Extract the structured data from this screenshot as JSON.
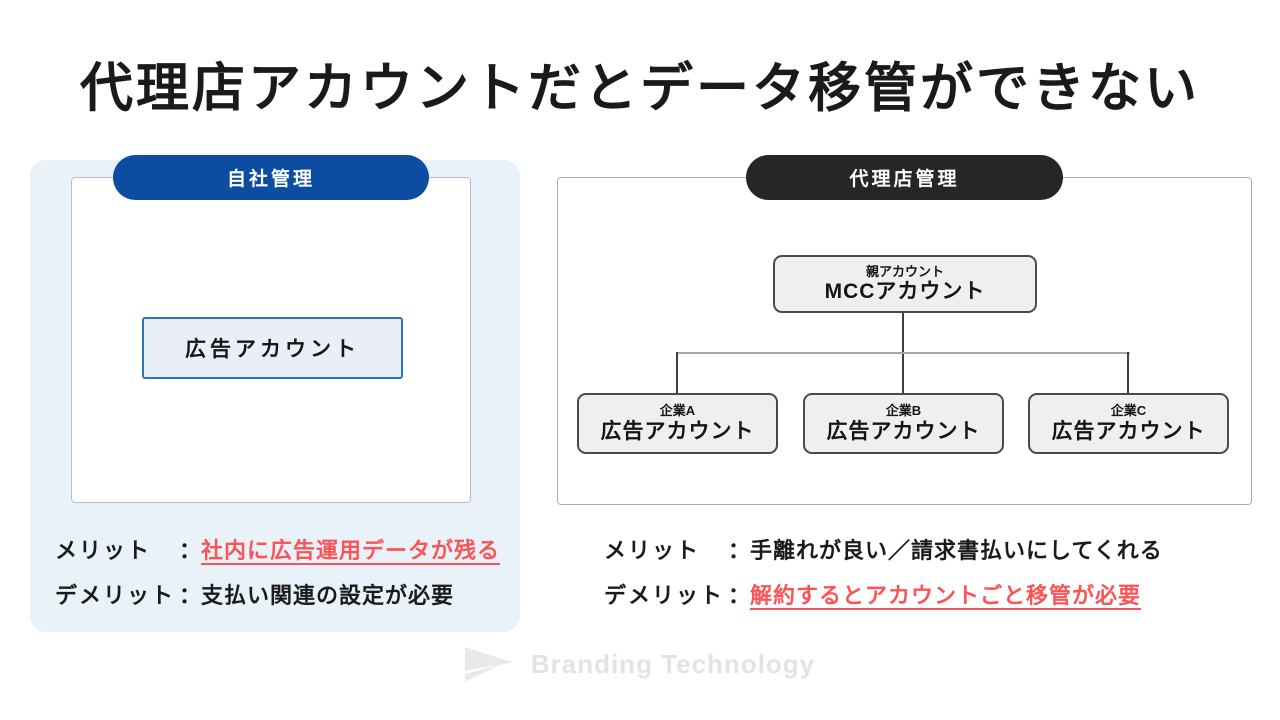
{
  "title": "代理店アカウントだとデータ移管ができない",
  "left_panel": {
    "header": "自社管理",
    "ad_account_label": "広告アカウント",
    "merit": {
      "label": "メリット",
      "colon": "：",
      "value": "社内に広告運用データが残る"
    },
    "demerit": {
      "label": "デメリット",
      "colon": "：",
      "value": "支払い関連の設定が必要"
    }
  },
  "right_panel": {
    "header": "代理店管理",
    "parent_account": {
      "caption": "親アカウント",
      "label": "MCCアカウント"
    },
    "child_accounts": [
      {
        "caption": "企業A",
        "label": "広告アカウント"
      },
      {
        "caption": "企業B",
        "label": "広告アカウント"
      },
      {
        "caption": "企業C",
        "label": "広告アカウント"
      }
    ],
    "merit": {
      "label": "メリット",
      "colon": "：",
      "value": "手離れが良い／請求書払いにしてくれる"
    },
    "demerit": {
      "label": "デメリット",
      "colon": "：",
      "value": "解約するとアカウントごと移管が必要"
    }
  },
  "footer": {
    "logo_text": "Branding Technology"
  },
  "colors": {
    "accent_blue": "#0c4da2",
    "header_dark": "#262626",
    "panel_blue": "#e9f1f9",
    "ad_box_fill": "#e9eef7",
    "ad_box_border": "#2e74b5",
    "node_fill": "#efefef",
    "node_border": "#4a4a4a",
    "highlight_red": "#fa5457",
    "connector_gray": "#a8a8a8"
  }
}
